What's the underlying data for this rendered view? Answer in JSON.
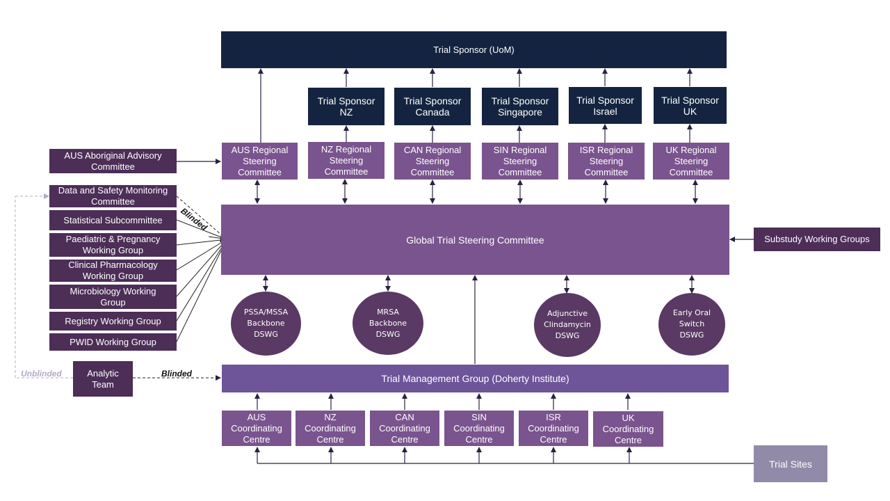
{
  "sponsor": {
    "main": "Trial Sponsor (UoM)",
    "nz": "Trial Sponsor\nNZ",
    "canada": "Trial Sponsor\nCanada",
    "singapore": "Trial Sponsor\nSingapore",
    "israel": "Trial Sponsor\nIsrael",
    "uk": "Trial Sponsor\nUK"
  },
  "regional": {
    "aus": "AUS Regional\nSteering\nCommittee",
    "nz": "NZ Regional\nSteering\nCommittee",
    "can": "CAN Regional\nSteering\nCommittee",
    "sin": "SIN Regional\nSteering\nCommittee",
    "isr": "ISR Regional\nSteering\nCommittee",
    "uk": "UK Regional\nSteering\nCommittee"
  },
  "left_groups": {
    "aboriginal": "AUS Aboriginal Advisory\nCommittee",
    "dsmc": "Data and Safety Monitoring\nCommittee",
    "statistical": "Statistical Subcommittee",
    "paediatric": "Paediatric & Pregnancy\nWorking Group",
    "pharmacology": "Clinical Pharmacology\nWorking Group",
    "microbiology": "Microbiology Working\nGroup",
    "registry": "Registry Working Group",
    "pwid": "PWID Working Group",
    "analytic": "Analytic\nTeam"
  },
  "labels": {
    "blinded_top": "Blinded",
    "blinded_bottom": "Blinded",
    "unblinded": "Unblinded"
  },
  "global_committee": "Global Trial Steering Committee",
  "substudy": "Substudy Working Groups",
  "dswg": {
    "pssa": "PSSA/MSSA\nBackbone\nDSWG",
    "mrsa": "MRSA\nBackbone\nDSWG",
    "clinda": "Adjunctive\nClindamycin\nDSWG",
    "oral": "Early Oral\nSwitch\nDSWG"
  },
  "tmg": "Trial Management Group (Doherty Institute)",
  "coordinating": {
    "aus": "AUS\nCoordinating\nCentre",
    "nz": "NZ\nCoordinating\nCentre",
    "can": "CAN\nCoordinating\nCentre",
    "sin": "SIN\nCoordinating\nCentre",
    "isr": "ISR\nCoordinating\nCentre",
    "uk": "UK\nCoordinating\nCentre"
  },
  "trial_sites": "Trial Sites",
  "colors": {
    "navy": "#142440",
    "purple": "#7a548e",
    "plum": "#4c2e57",
    "tmg": "#6e5499",
    "dswg": "#5a3964",
    "sites": "#918aa8",
    "line": "#2a2140",
    "unblinded": "#b4a9c4"
  }
}
